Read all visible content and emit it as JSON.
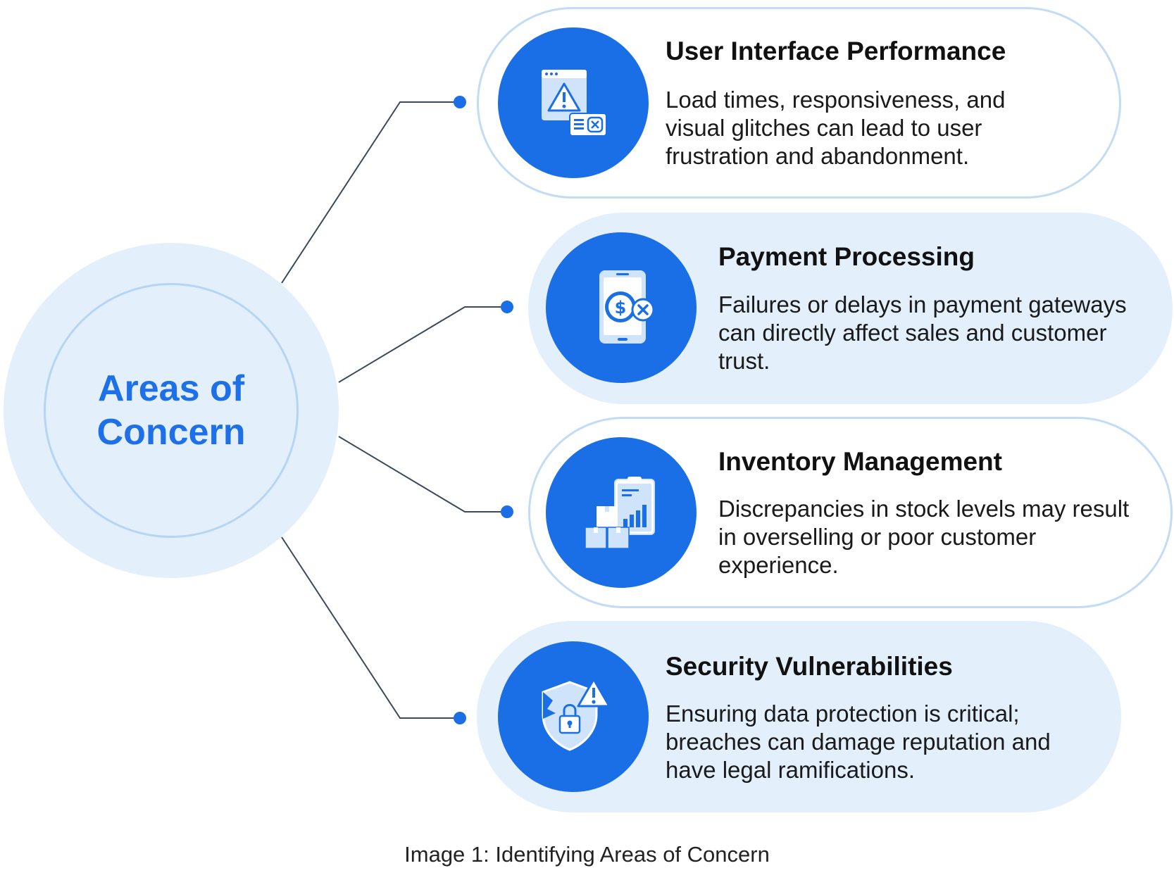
{
  "hub": {
    "title": "Areas of Concern"
  },
  "cards": [
    {
      "title": "User Interface Performance",
      "description": "Load times, responsiveness, and visual glitches can lead to user frustration and abandonment.",
      "icon": "ui-warning-icon"
    },
    {
      "title": "Payment Processing",
      "description": "Failures or delays in payment gateways can directly affect sales and customer trust.",
      "icon": "payment-failure-icon"
    },
    {
      "title": "Inventory Management",
      "description": "Discrepancies in stock levels may result in overselling or poor customer experience.",
      "icon": "inventory-chart-icon"
    },
    {
      "title": "Security Vulnerabilities",
      "description": "Ensuring data protection is critical; breaches can damage reputation and have legal ramifications.",
      "icon": "shield-lock-icon"
    }
  ],
  "caption": "Image 1: Identifying Areas of Concern",
  "colors": {
    "accent": "#1a6fe6",
    "hub_fill": "#e3f0fc",
    "outline": "#c2dcf5",
    "connector": "#3a4a5c"
  }
}
